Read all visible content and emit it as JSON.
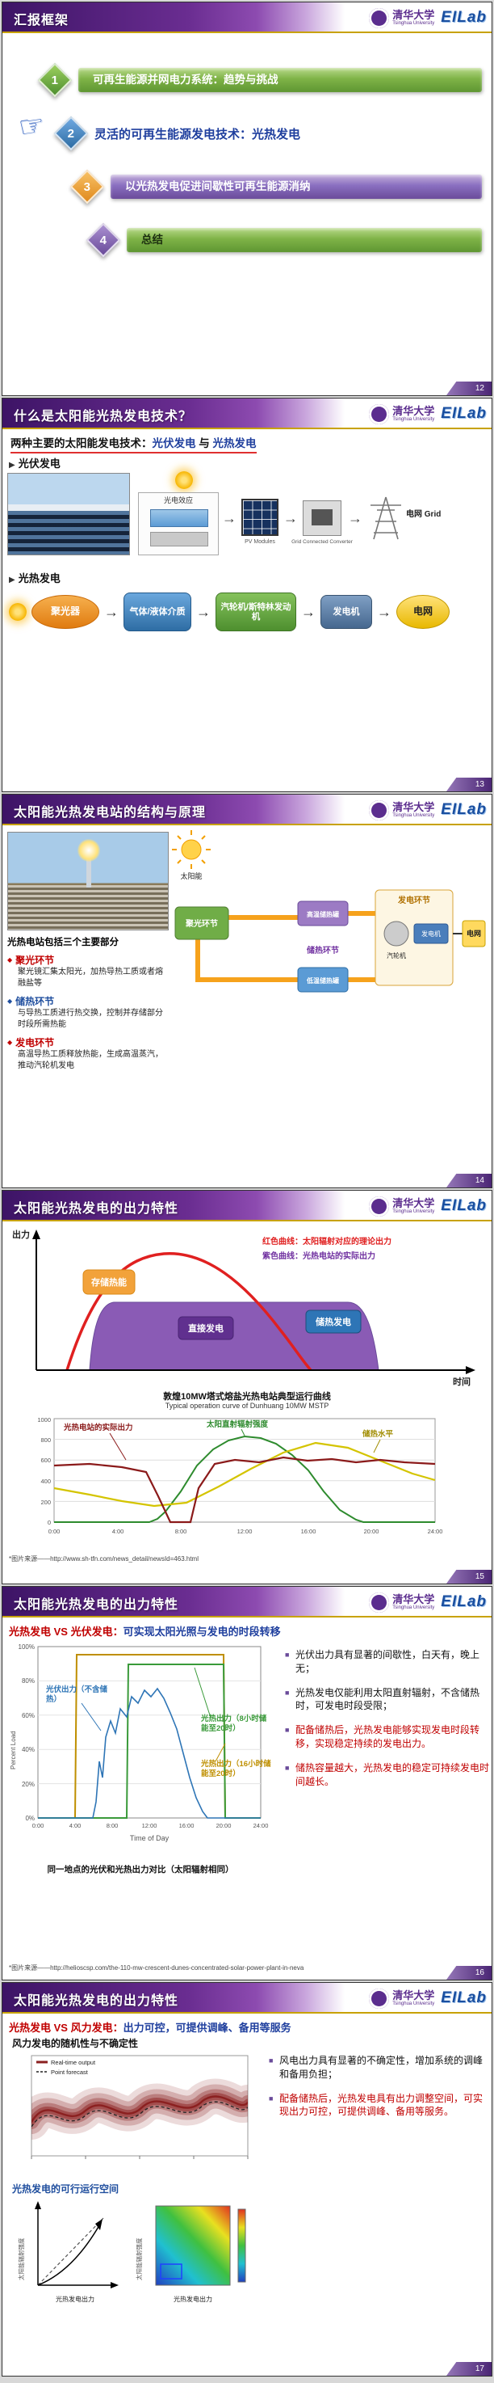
{
  "logos": {
    "tsinghua_cn": "清华大学",
    "tsinghua_en": "Tsinghua University",
    "eilab": "EILab"
  },
  "glyphs": {
    "pointer": "☞",
    "flow_arrow": "→",
    "section_triangle": "▶",
    "diamond_bullet": "◆",
    "square_bullet": "■"
  },
  "s12": {
    "title": "汇报框架",
    "page": "12",
    "items": [
      {
        "num": "1",
        "label": "可再生能源并网电力系统：趋势与挑战"
      },
      {
        "num": "2",
        "label": "灵活的可再生能源发电技术：光热发电"
      },
      {
        "num": "3",
        "label": "以光热发电促进间歇性可再生能源消纳"
      },
      {
        "num": "4",
        "label": "总结"
      }
    ]
  },
  "s13": {
    "title": "什么是太阳能光热发电技术？",
    "page": "13",
    "subtitle_prefix": "两种主要的太阳能发电技术：",
    "subtitle_pv": "光伏发电",
    "subtitle_and": " 与 ",
    "subtitle_csp": "光热发电",
    "pv_bullet": "光伏发电",
    "csp_bullet": "光热发电",
    "pv_flow": {
      "effect": "光电效应",
      "modules": "PV Modules",
      "converter": "Grid Connected Converter",
      "grid": "电网 Grid"
    },
    "csp_flow": {
      "n1": "聚光器",
      "n2": "气体/液体介质",
      "n3": "汽轮机/斯特林发动机",
      "n4": "发电机",
      "n5": "电网"
    }
  },
  "s14": {
    "title": "太阳能光热发电站的结构与原理",
    "page": "14",
    "intro": "光热电站包括三个主要部分",
    "parts": [
      {
        "name": "聚光环节",
        "desc": "聚光镜汇集太阳光，加热导热工质或者熔融盐等"
      },
      {
        "name": "储热环节",
        "desc": "与导热工质进行热交换，控制并存储部分时段所需热能"
      },
      {
        "name": "发电环节",
        "desc": "高温导热工质释放热能，生成高温蒸汽，推动汽轮机发电"
      }
    ],
    "diagram": {
      "sun": "太阳能",
      "concentrate": "聚光环节",
      "storage": "储热环节",
      "hot_tank": "高温储热罐",
      "cold_tank": "低温储热罐",
      "generate": "发电环节",
      "turbine": "汽轮机",
      "generator": "发电机",
      "grid": "电网"
    }
  },
  "s15": {
    "title": "太阳能光热发电的出力特性",
    "page": "15",
    "concept": {
      "ylabel": "出力",
      "xlabel": "时间",
      "store": "存储热能",
      "direct": "直接发电",
      "from_storage": "储热发电",
      "legend_red": "红色曲线：太阳辐射对应的理论出力",
      "legend_purple": "紫色曲线：光热电站的实际出力"
    },
    "real": {
      "caption_cn": "敦煌10MW塔式熔盐光热电站典型运行曲线",
      "caption_en": "Typical operation curve of Dunhuang 10MW MSTP",
      "label_output": "光热电站的实际出力",
      "label_dni": "太阳直射辐射强度",
      "label_storage": "储热水平",
      "yticks": [
        "1000",
        "800",
        "600",
        "400",
        "200",
        "0"
      ],
      "xticks": [
        "0:00",
        "4:00",
        "8:00",
        "12:00",
        "16:00",
        "20:00",
        "24:00"
      ]
    },
    "source": "*图片来源——http://www.sh-tfn.com/news_detail/newsId=463.html",
    "chart_data": {
      "type": "line",
      "x_hours": [
        0,
        2,
        4,
        6,
        8,
        10,
        12,
        14,
        16,
        18,
        20,
        22,
        24
      ],
      "ylim_left": [
        0,
        1000
      ],
      "series": [
        {
          "name": "光热电站的实际出力",
          "color": "#8b1a1a",
          "values": [
            550,
            560,
            540,
            500,
            200,
            450,
            600,
            610,
            600,
            580,
            600,
            590,
            560
          ]
        },
        {
          "name": "太阳直射辐射强度",
          "color": "#2e8b2e",
          "values": [
            0,
            0,
            0,
            80,
            420,
            700,
            830,
            810,
            650,
            300,
            20,
            0,
            0
          ]
        },
        {
          "name": "储热水平",
          "color": "#c8b400",
          "values": [
            35,
            28,
            22,
            18,
            20,
            35,
            50,
            65,
            80,
            90,
            85,
            70,
            55
          ]
        }
      ]
    }
  },
  "s16": {
    "title": "太阳能光热发电的出力特性",
    "page": "16",
    "headline_red": "光热发电 VS 光伏发电：",
    "headline_blue": "可实现太阳光照与发电的时段转移",
    "chart": {
      "ylabel": "Percent Load",
      "xlabel": "Time of Day",
      "yticks": [
        "100%",
        "80%",
        "60%",
        "40%",
        "20%",
        "0%"
      ],
      "xticks": [
        "0:00",
        "4:00",
        "8:00",
        "12:00",
        "16:00",
        "20:00",
        "24:00"
      ],
      "label_pv": "光伏出力（不含储热）",
      "label_csp8": "光热出力（8小时储能至20时）",
      "label_csp16": "光热出力（16小时储能至20时）"
    },
    "caption": "同一地点的光伏和光热出力对比（太阳辐射相同）",
    "bullets": [
      {
        "text": "光伏出力具有显著的间歇性，白天有，晚上无；"
      },
      {
        "text": "光热发电仅能利用太阳直射辐射，不含储热时，可发电时段受限；"
      },
      {
        "text": "配备储热后，光热发电能够实现发电时段转移，实现稳定持续的发电出力。"
      },
      {
        "text": "储热容量越大，光热发电的稳定可持续发电时间越长。"
      }
    ],
    "source": "*图片来源——http://helioscsp.com/the-110-mw-crescent-dunes-concentrated-solar-power-plant-in-neva",
    "chart_data": {
      "type": "line",
      "x_hours": [
        0,
        2,
        4,
        6,
        8,
        10,
        12,
        14,
        16,
        18,
        20,
        22,
        24
      ],
      "ylim": [
        0,
        100
      ],
      "series": [
        {
          "name": "光伏出力（不含储热）",
          "color": "#2e75b6",
          "values": [
            0,
            0,
            0,
            5,
            45,
            65,
            75,
            72,
            55,
            20,
            0,
            0,
            0
          ]
        },
        {
          "name": "光热出力（8小时储能至20时）",
          "color": "#3a9a3a",
          "values": [
            0,
            0,
            0,
            0,
            0,
            0,
            90,
            90,
            90,
            90,
            90,
            0,
            0
          ]
        },
        {
          "name": "光热出力（16小时储能至20时）",
          "color": "#bf8f00",
          "values": [
            0,
            0,
            97,
            97,
            97,
            97,
            97,
            97,
            97,
            97,
            97,
            0,
            0
          ]
        }
      ]
    }
  },
  "s17": {
    "title": "太阳能光热发电的出力特性",
    "page": "17",
    "headline_red": "光热发电 VS 风力发电：",
    "headline_blue": "出力可控，可提供调峰、备用等服务",
    "wind_caption": "风力发电的随机性与不确定性",
    "legend_realtime": "Real-time output",
    "legend_forecast": "Point forecast",
    "csp_caption": "光热发电的可行运行空间",
    "mini_a_xlabel": "光热发电出力",
    "mini_a_ylabel": "太阳能辐射强度",
    "mini_b_xlabel": "光热发电出力",
    "mini_b_ylabel": "太阳能辐射强度",
    "bullets": [
      {
        "text": "风电出力具有显著的不确定性，增加系统的调峰和备用负担；"
      },
      {
        "text": "配备储热后，光热发电具有出力调整空间，可实现出力可控，可提供调峰、备用等服务。"
      }
    ]
  }
}
